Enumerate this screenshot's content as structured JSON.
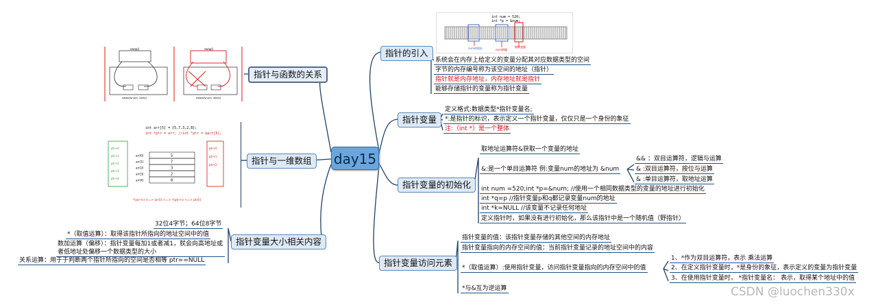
{
  "center": "day15",
  "topics": {
    "intro": {
      "label": "指针的引入",
      "items": [
        "系统会在内存上给定义的变量分配其对应数据类型的空间",
        "字节的内存编号称为该空间的地址（指针）",
        "指针就是内存地址，内存地址就是指针",
        "能够存储指针的变量称为指针变量"
      ],
      "figure": {
        "code1": "int num = 520;",
        "code2": "int *p = &num;",
        "label1": "num的地址",
        "label2": "num的值",
        "label3": "指针变量"
      }
    },
    "var": {
      "label": "指针变量",
      "items": [
        "定义格式:数据类型*指针变量名;",
        "*:是指针的标识，表示定义一个指针变量，仅仅只是一个身份的象征",
        "注:（int  *）是一个整体"
      ]
    },
    "init": {
      "label": "指针变量的初始化",
      "items": [
        "取地址运算符&获取一个变量的地址",
        "&:是一个单目运算符 例:变量num的地址为 &num",
        "int num =520;int *p=&num; //使用一个相同数据类型的变量的地址进行初始化",
        "int *q=p  //指针变量p和q都记录变量num的地址",
        "int *k=NULL   //该变量不记录任何地址",
        "定义指针时，如果没有进行初始化，那么该指针中是一个随机值（野指针）"
      ],
      "sub": [
        "&& ：双目运算符，逻辑与运算",
        "& :双目运算符，按位与运算",
        "& :单目运算符，取地址运算"
      ]
    },
    "access": {
      "label": "指针变量访问元素",
      "items": [
        "指针变量的值：该指针变量存储的其他空间的内存地址",
        "指针变量指向的内存空间的值：当前指针变量记录的地址空间中的内容",
        "*（取值运算）:使用指针变量，访问指针变量指向的内存空间中的值",
        "*与&互为逆运算"
      ],
      "sub": [
        "1、*作为双目运算符，表示 乘法运算",
        "2、在定义指针变量时，*是身份的象征，表示定义的变量为指针变量",
        "3、在使用指针变量时，  *指针变量名：  表示，取得某个地址中的值"
      ]
    },
    "func": {
      "label": "指针与函数的关系",
      "figure": {
        "title1": "swap()",
        "title2": "swap()",
        "caption1": "swap(&num, &key)",
        "caption2": "swap(&num, &key)"
      }
    },
    "array": {
      "label": "指针与一维数组",
      "figure": {
        "code1": "int arr[5] = {5,7,3,2,8};",
        "code2": "int *ptr = arr;      //int *ptr = &arr[0];",
        "cells": [
          "5",
          "7",
          "3",
          "2",
          "8"
        ],
        "names": [
          "arr[0]",
          "arr[1]",
          "arr[2]",
          "arr[3]",
          "arr[4]"
        ],
        "left_labels": [
          "ptr+0",
          "ptr+1",
          "ptr+2",
          "ptr+3",
          "ptr+4"
        ],
        "right_labels": [
          "ptr+0",
          "ptr+1",
          "ptr+2",
          "..."
        ],
        "bottom": "*(arr+i) <=> arr[i] <=> *(ptr+i) <=> ptr[i]"
      }
    },
    "size": {
      "label": "指针变量大小相关内容",
      "items": [
        "32位4字节；64位8字节",
        "*（取值运算）：取得该指针所指向的地址空间中的值",
        "数加运算（偏移）：指针变量每加1或者减1，就会向高地址或者低地址处偏移一个数据类型的大小",
        "关系运算：用于于判断两个指针所指向的空间是否相等    ptr==NULL"
      ]
    }
  },
  "watermark": "CSDN @luochen330x",
  "colors": {
    "center": "#6aa6dd",
    "branch": "#1e3f66",
    "red": "#d81414",
    "accent_red": "#c71a1a",
    "accent_green": "#2d9a3a"
  }
}
